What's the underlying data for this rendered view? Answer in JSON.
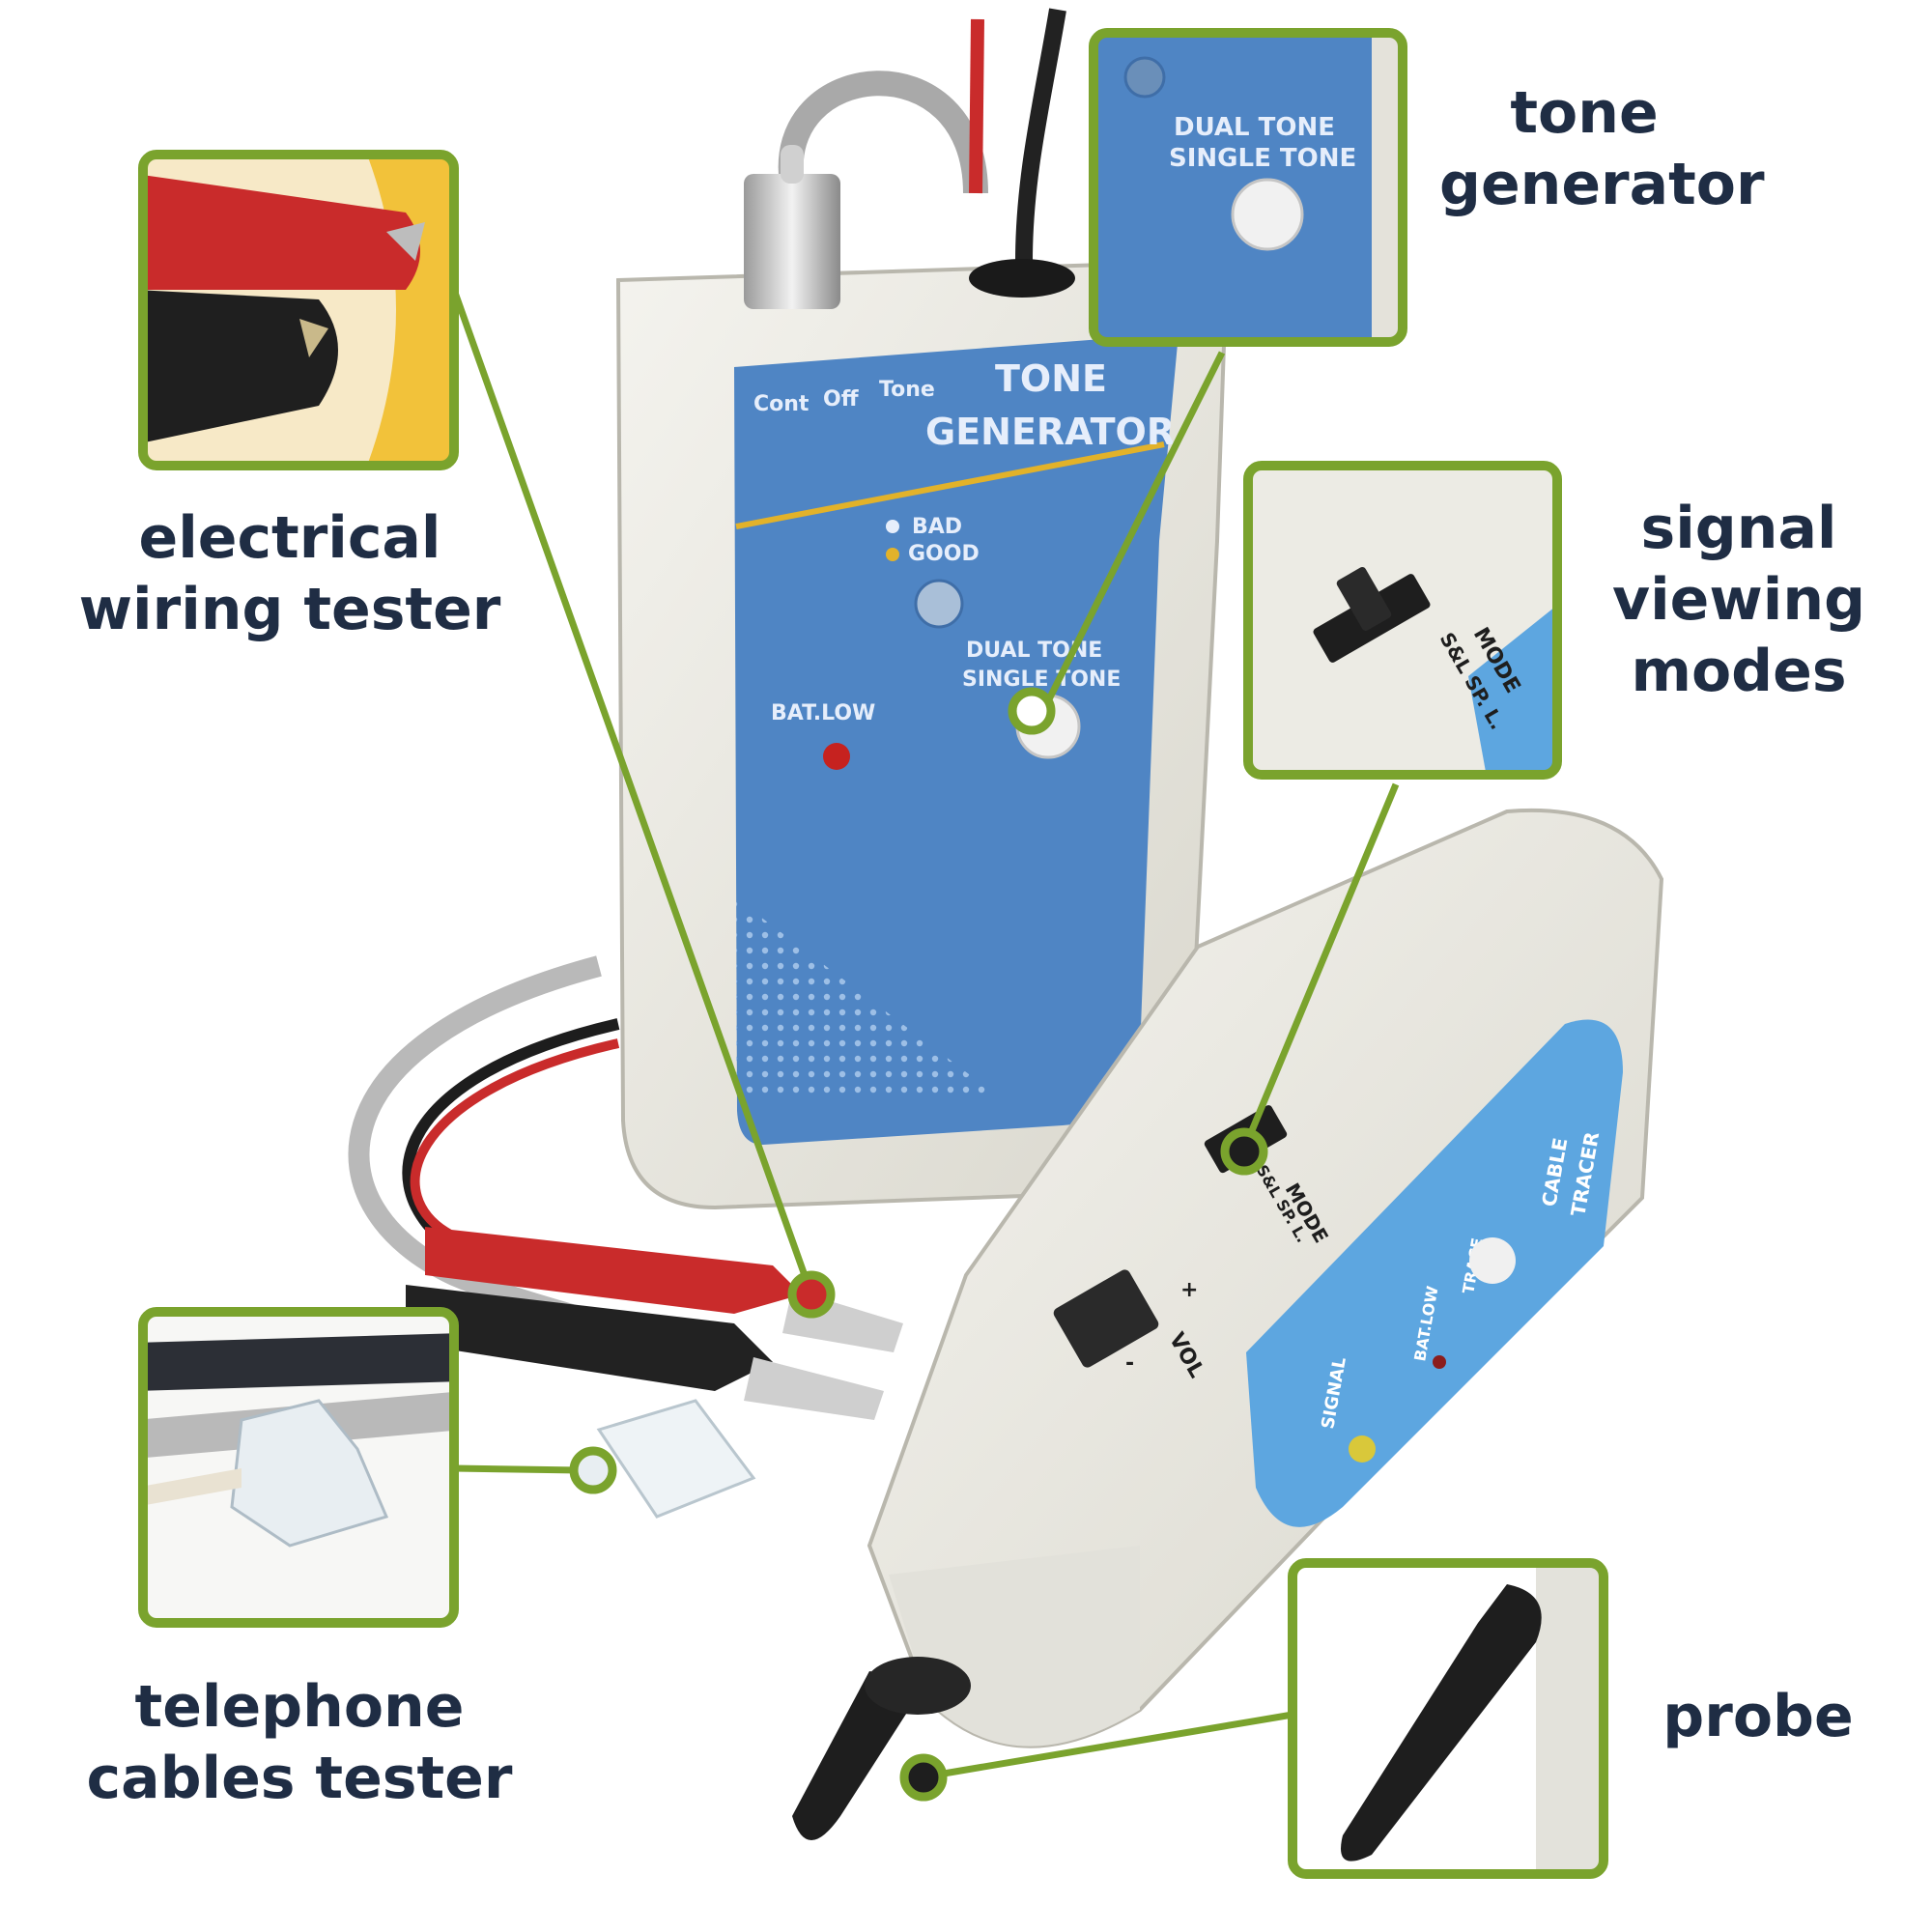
{
  "colors": {
    "accent_green": "#7aa32d",
    "label_text": "#1f2d44",
    "device_blue": "#4f85c4",
    "probe_blue": "#5da6e0",
    "casing_cream": "#ecebe4"
  },
  "callouts": {
    "tone_generator": {
      "lines": [
        "tone",
        "generator"
      ]
    },
    "electrical_wiring_tester": {
      "lines": [
        "electrical",
        "wiring tester"
      ]
    },
    "signal_viewing_modes": {
      "lines": [
        "signal",
        "viewing",
        "modes"
      ]
    },
    "telephone_cables_tester": {
      "lines": [
        "telephone",
        "cables tester"
      ]
    },
    "probe": {
      "lines": [
        "probe"
      ]
    }
  },
  "tone_generator_device": {
    "switch_labels": [
      "Cont",
      "Off",
      "Tone"
    ],
    "title_lines": [
      "TONE",
      "GENERATOR"
    ],
    "status_leds": [
      "BAD",
      "GOOD"
    ],
    "tone_modes": [
      "DUAL TONE",
      "SINGLE TONE"
    ],
    "battery": "BAT.LOW"
  },
  "cable_tracer_device": {
    "brand_lines": [
      "CABLE",
      "TRACER"
    ],
    "mode_switch": {
      "title": "MODE",
      "options": "S&L SP. L."
    },
    "volume": {
      "label": "VOL",
      "plus": "+",
      "minus": "-"
    },
    "indicators": [
      "SIGNAL",
      "BAT.LOW",
      "TRACE"
    ]
  },
  "insets": {
    "tone_generator_zoom": {
      "modes": [
        "DUAL TONE",
        "SINGLE TONE"
      ]
    },
    "signal_modes_zoom": {
      "title": "MODE",
      "options": "S&L SP. L."
    }
  }
}
